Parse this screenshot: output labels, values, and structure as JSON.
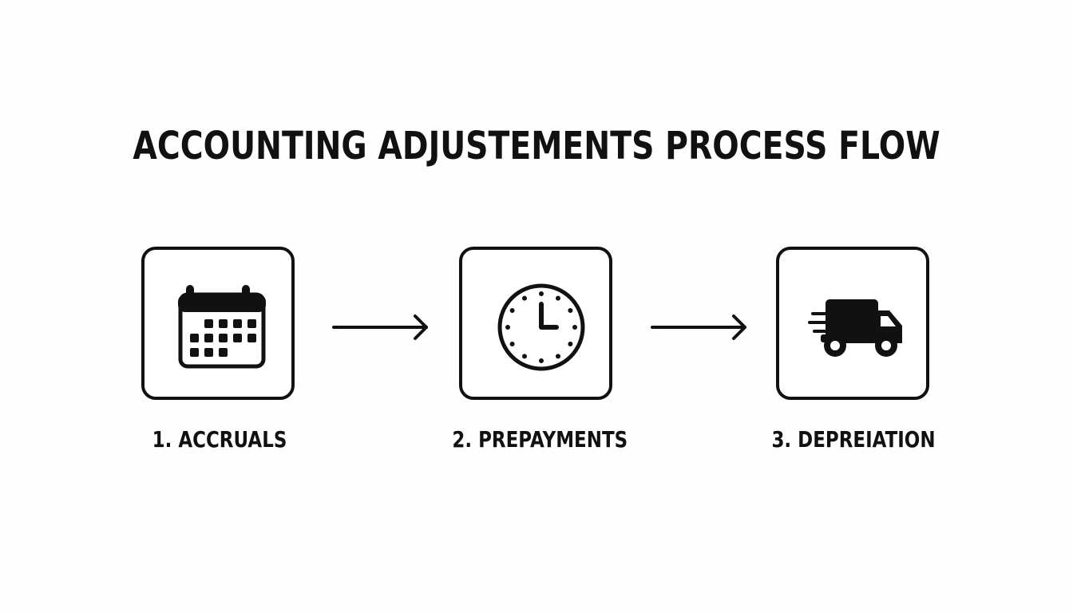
{
  "title": "ACCOUNTING ADJUSTEMENTS PROCESS FLOW",
  "steps": [
    {
      "label": "1. ACCRUALS",
      "icon": "calendar-icon"
    },
    {
      "label": "2. PREPAYMENTS",
      "icon": "clock-icon"
    },
    {
      "label": "3. DEPREIATION",
      "icon": "delivery-truck-icon"
    }
  ],
  "colors": {
    "ink": "#111111",
    "background": "#ffffff"
  }
}
